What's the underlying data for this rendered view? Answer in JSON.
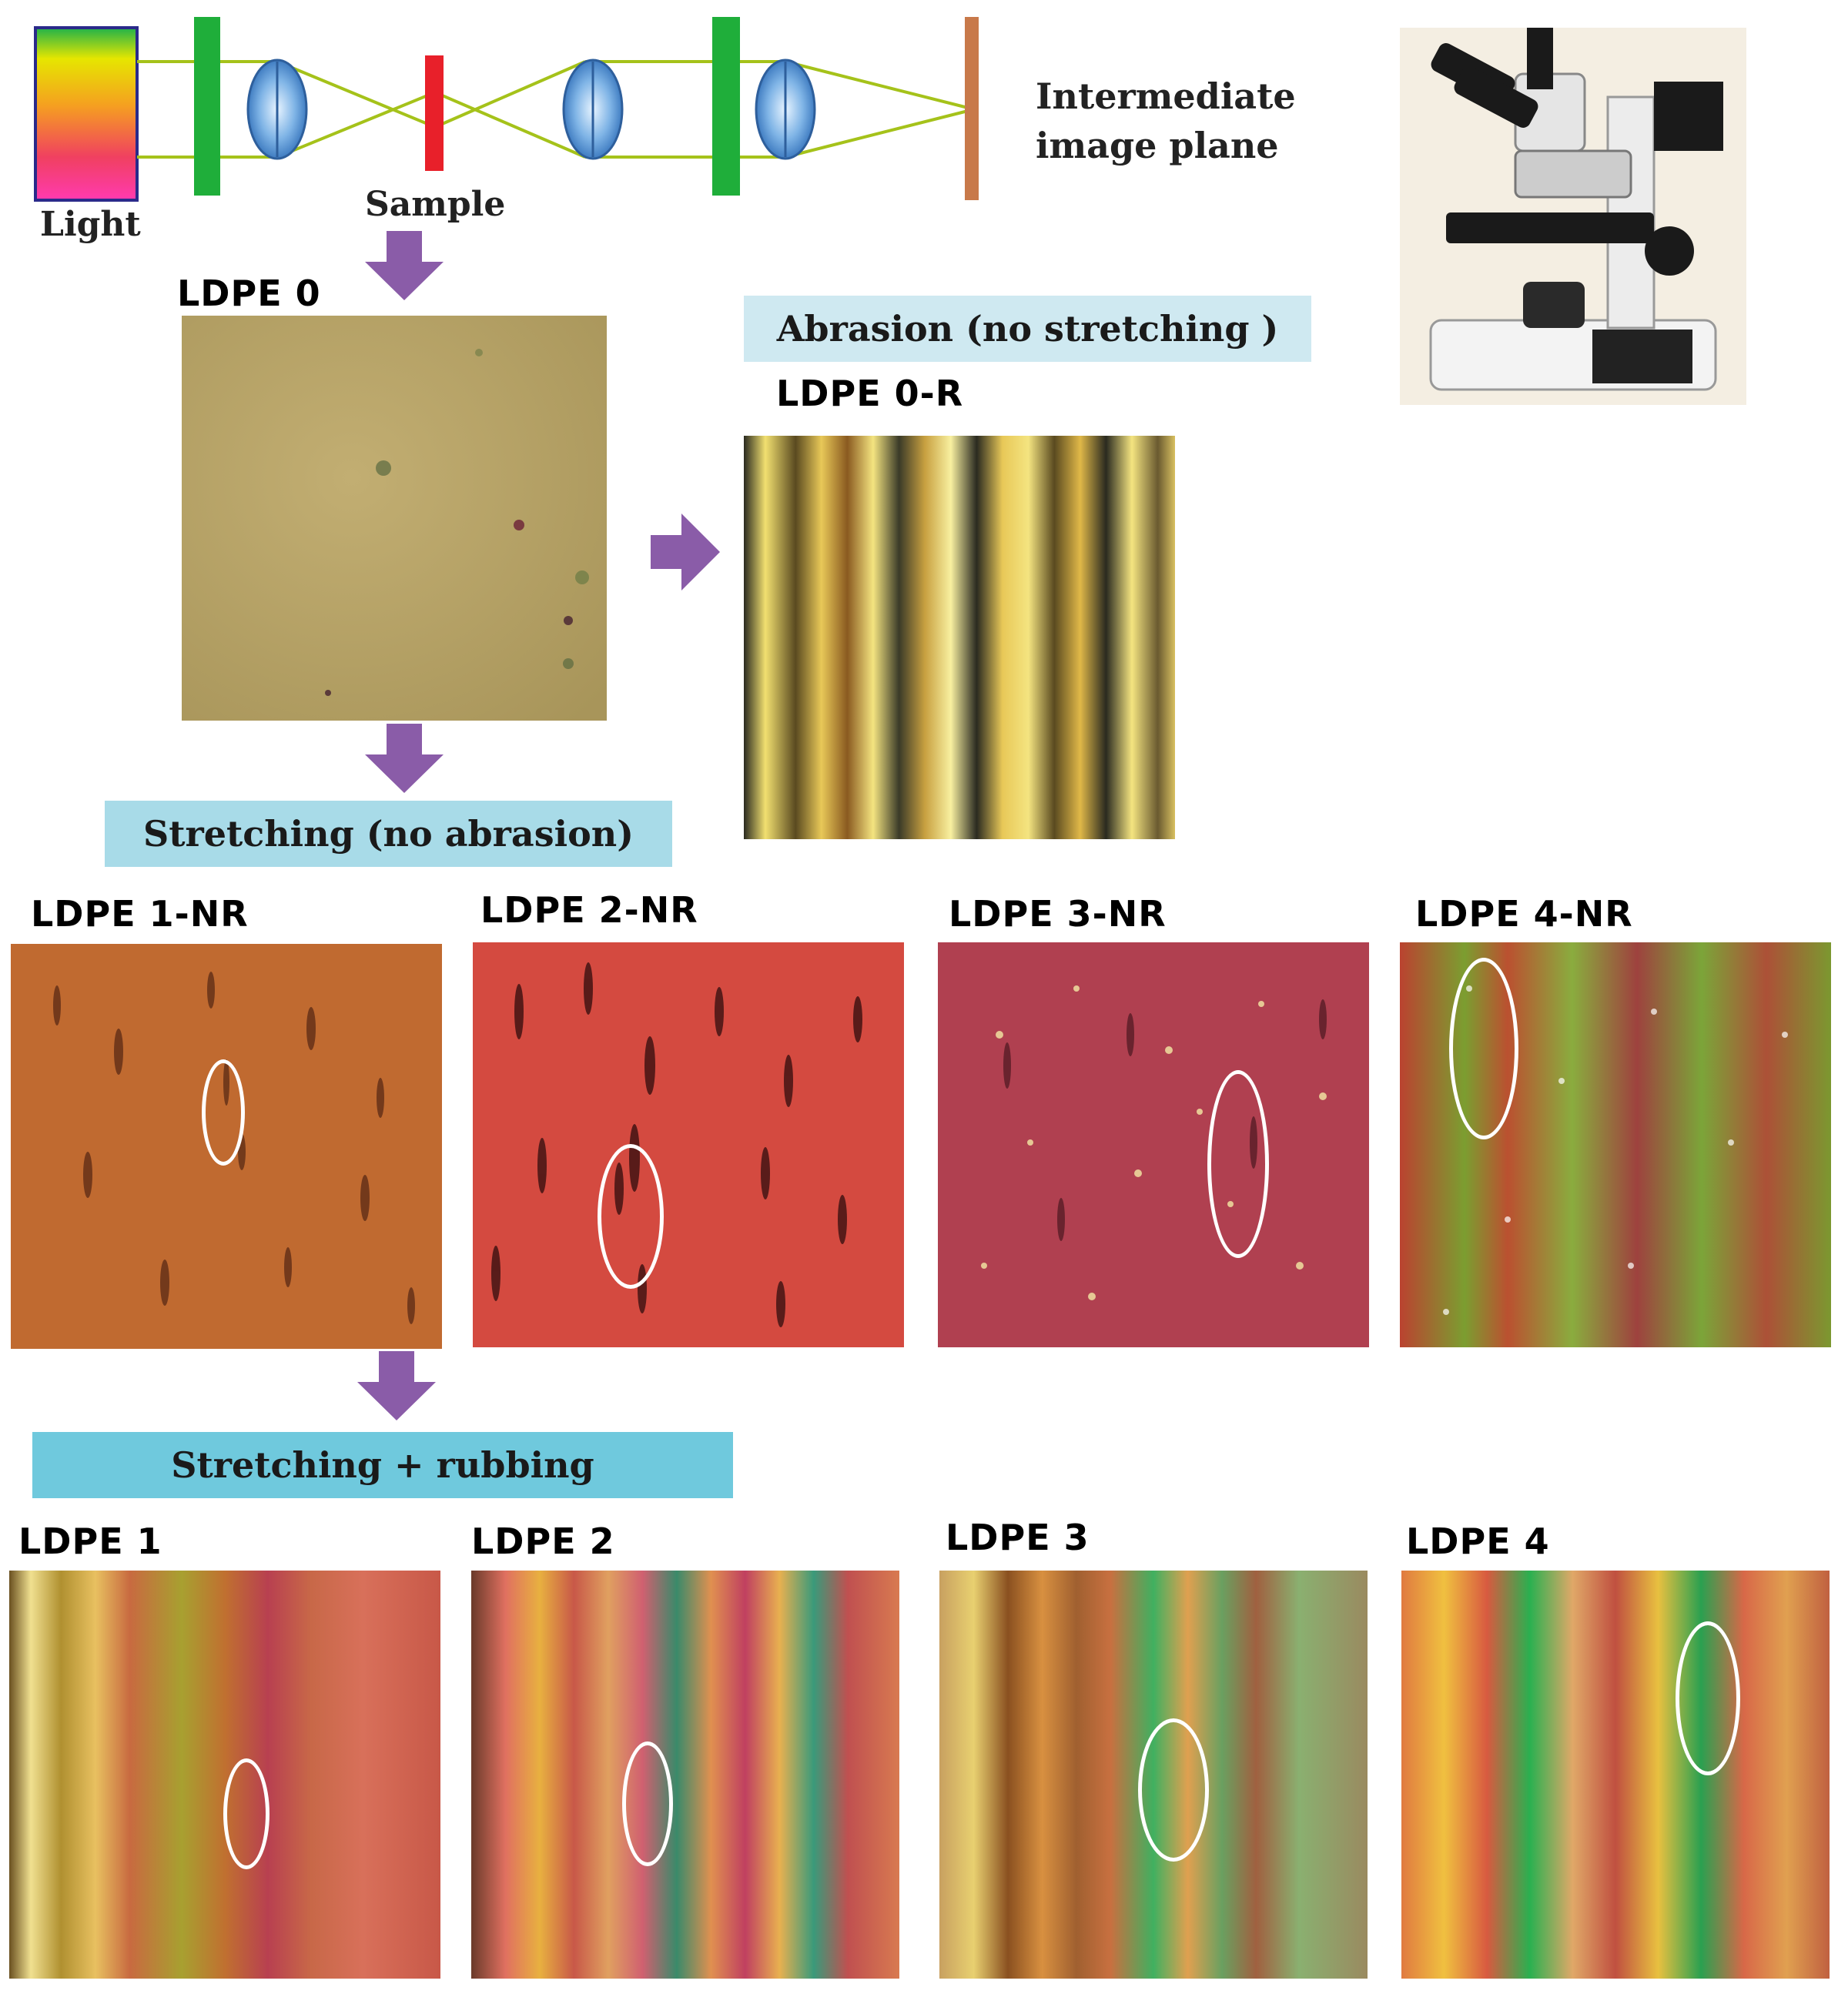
{
  "optics": {
    "light_label": "Light",
    "sample_label": "Sample",
    "image_plane_label_line1": "Intermediate",
    "image_plane_label_line2": "image plane",
    "microscope_icon": "microscope-photo-icon"
  },
  "samples": {
    "ldpe0": "LDPE 0",
    "ldpe0r": "LDPE 0-R",
    "nr": [
      "LDPE 1-NR",
      "LDPE 2-NR",
      "LDPE 3-NR",
      "LDPE 4-NR"
    ],
    "rubbed": [
      "LDPE 1",
      "LDPE 2",
      "LDPE 3",
      "LDPE 4"
    ]
  },
  "banners": {
    "abrasion": "Abrasion (no stretching )",
    "stretching": "Stretching (no abrasion)",
    "stretch_rub": "Stretching + rubbing"
  },
  "colors": {
    "arrow": "#8a5ca8",
    "banner_light": "#cfe9f1",
    "banner_mid": "#a8dbe8",
    "banner_dark": "#6fc9dd",
    "filter_green": "#1fae3a",
    "sample_red": "#e8202a",
    "image_plane": "#c8794a",
    "lens_blue": "#4a8fd0",
    "ray": "#a5c21a"
  }
}
